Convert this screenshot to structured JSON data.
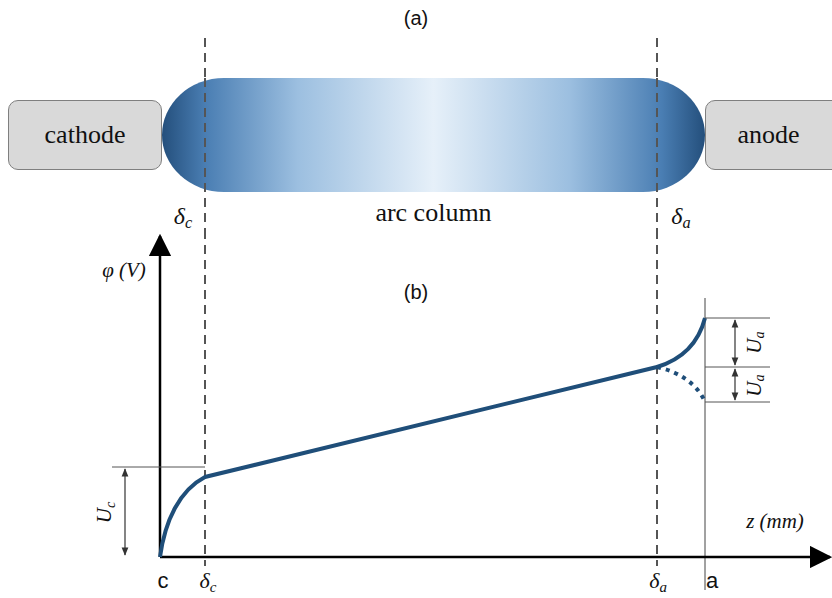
{
  "diagram": {
    "nodes": [
      {
        "text": [
          "cathode"
        ]
      },
      {
        "text": [
          "arc column"
        ]
      },
      {
        "text": [
          "anode"
        ]
      }
    ],
    "labels": [
      "(a)",
      "δc",
      "δa",
      "(b)",
      "φ (V)",
      "Ua",
      "Ua",
      "Uc",
      "z (mm)",
      "c",
      "δc",
      "δa",
      "a"
    ]
  }
}
